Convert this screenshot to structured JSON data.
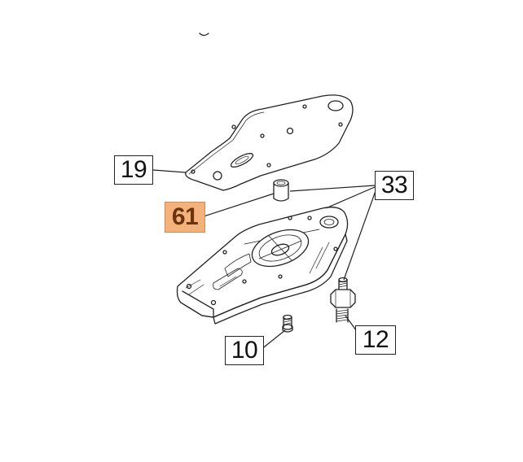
{
  "callouts": {
    "c19": "19",
    "c61": "61",
    "c33": "33",
    "c10": "10",
    "c12": "12"
  },
  "colors": {
    "highlight_fill": "#f3b27c",
    "highlight_text": "#6a3410",
    "line": "#222222"
  }
}
